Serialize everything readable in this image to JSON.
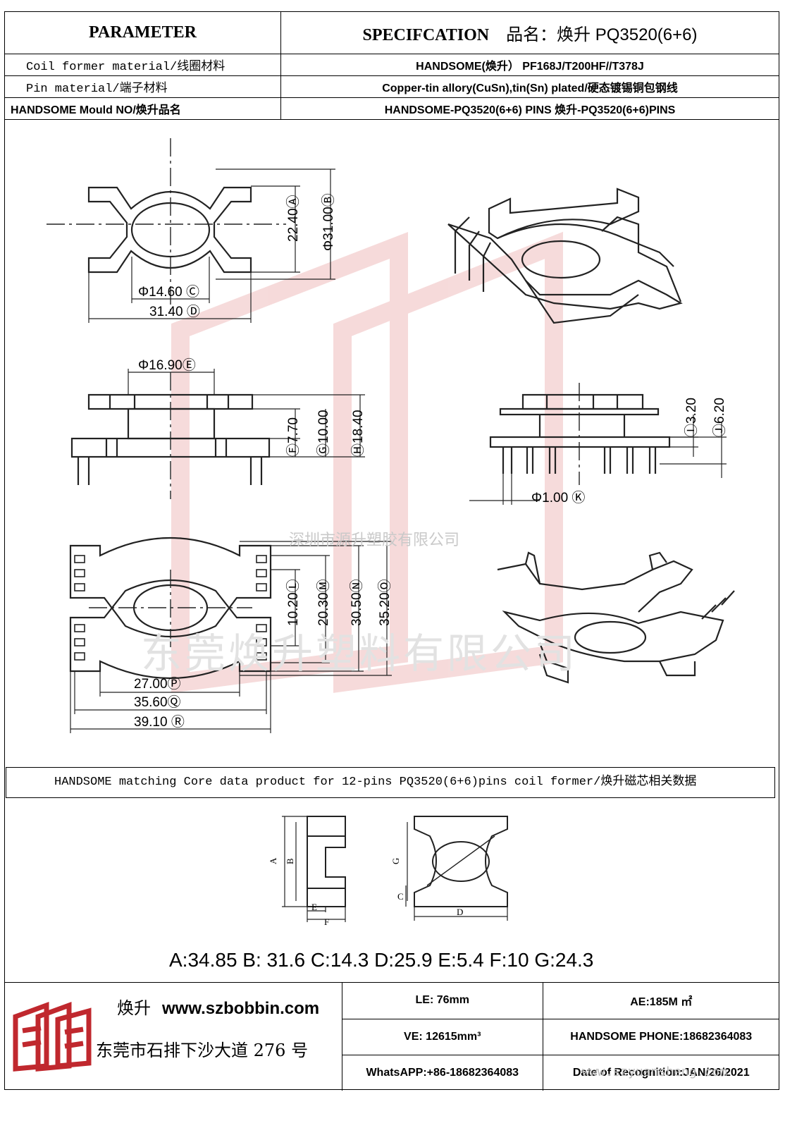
{
  "header": {
    "param_label": "PARAMETER",
    "spec_label": "SPECIFCATION",
    "product_name": "品名：焕升 PQ3520(6+6)",
    "rows": [
      {
        "label": "Coil former material/线圈材料",
        "value": "HANDSOME(焕升）  PF168J/T200HF//T378J"
      },
      {
        "label": "Pin material/端子材料",
        "value": "Copper-tin allory(CuSn),tin(Sn) plated/硬态镀锡铜包钢线"
      },
      {
        "label": "HANDSOME Mould NO/焕升品名",
        "value": "HANDSOME-PQ3520(6+6) PINS    焕升-PQ3520(6+6)PINS"
      }
    ]
  },
  "dimensions": {
    "a": "22.40Ⓐ",
    "b": "Φ31.00Ⓑ",
    "c": "Φ14.60 Ⓒ",
    "d": "31.40 Ⓓ",
    "e": "Φ16.90Ⓔ",
    "f": "Ⓕ7.70",
    "g": "Ⓖ10.00",
    "h": "Ⓗ18.40",
    "i": "Ⓘ3.20",
    "j": "Ⓙ6.20",
    "k": "Φ1.00 Ⓚ",
    "l": "10.20Ⓛ",
    "m": "20.30Ⓜ",
    "n": "30.50Ⓝ",
    "o": "35.20Ⓞ",
    "p": "27.00Ⓟ",
    "q": "35.60Ⓠ",
    "r": "39.10 Ⓡ"
  },
  "core": {
    "note": "HANDSOME matching Core data  product for 12-pins PQ3520(6+6)pins coil former/焕升磁芯相关数据",
    "letters": [
      "A",
      "B",
      "C",
      "D",
      "E",
      "F",
      "G"
    ],
    "values": "A:34.85 B: 31.6 C:14.3 D:25.9 E:5.4 F:10 G:24.3"
  },
  "footer": {
    "brand_cn": "焕升",
    "website": "www.szbobbin.com",
    "address": "东莞市石排下沙大道 276 号",
    "le": "LE: 76mm",
    "ae": "AE:185M ㎡",
    "ve": "VE: 12615mm³",
    "phone": "HANDSOME PHONE:18682364083",
    "whatsapp": "WhatsAPP:+86-18682364083",
    "date": "Date of Recognition:JAN/26/2021"
  },
  "watermarks": {
    "company_1": "深圳市源升塑胶有限公司",
    "company_2": "东莞焕升塑料有限公司",
    "site": "www.szyuansheng.com"
  },
  "colors": {
    "logo_red": "#c0282e",
    "watermark": "#f2c9c9"
  }
}
